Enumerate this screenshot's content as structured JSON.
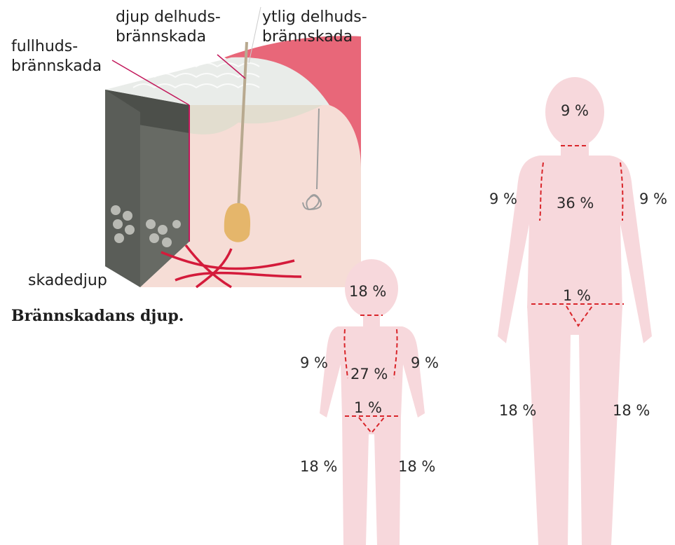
{
  "skin_diagram": {
    "labels": {
      "full": [
        "fullhuds-",
        "brännskada"
      ],
      "deep": [
        "djup delhuds-",
        "brännskada"
      ],
      "superficial": [
        "ytlig delhuds-",
        "brännskada"
      ],
      "depth": "skadedjup"
    },
    "caption": "Brännskadans djup."
  },
  "child_figure": {
    "head": "18 %",
    "left_arm": "9 %",
    "right_arm": "9 %",
    "torso": "27 %",
    "genital": "1 %",
    "left_leg": "18 %",
    "right_leg": "18 %"
  },
  "adult_figure": {
    "head": "9 %",
    "left_arm": "9 %",
    "right_arm": "9 %",
    "torso": "36 %",
    "genital": "1 %",
    "left_leg": "18 %",
    "right_leg": "18 %"
  },
  "colors": {
    "body_fill": "#f7d8dc",
    "boundary": "#d9262b",
    "skin_top": "#e9ece9",
    "skin_mid": "#f6ddd6",
    "dark_layer": "#676a64",
    "burn_red": "#e6566a",
    "vessel": "#d41b3b"
  }
}
